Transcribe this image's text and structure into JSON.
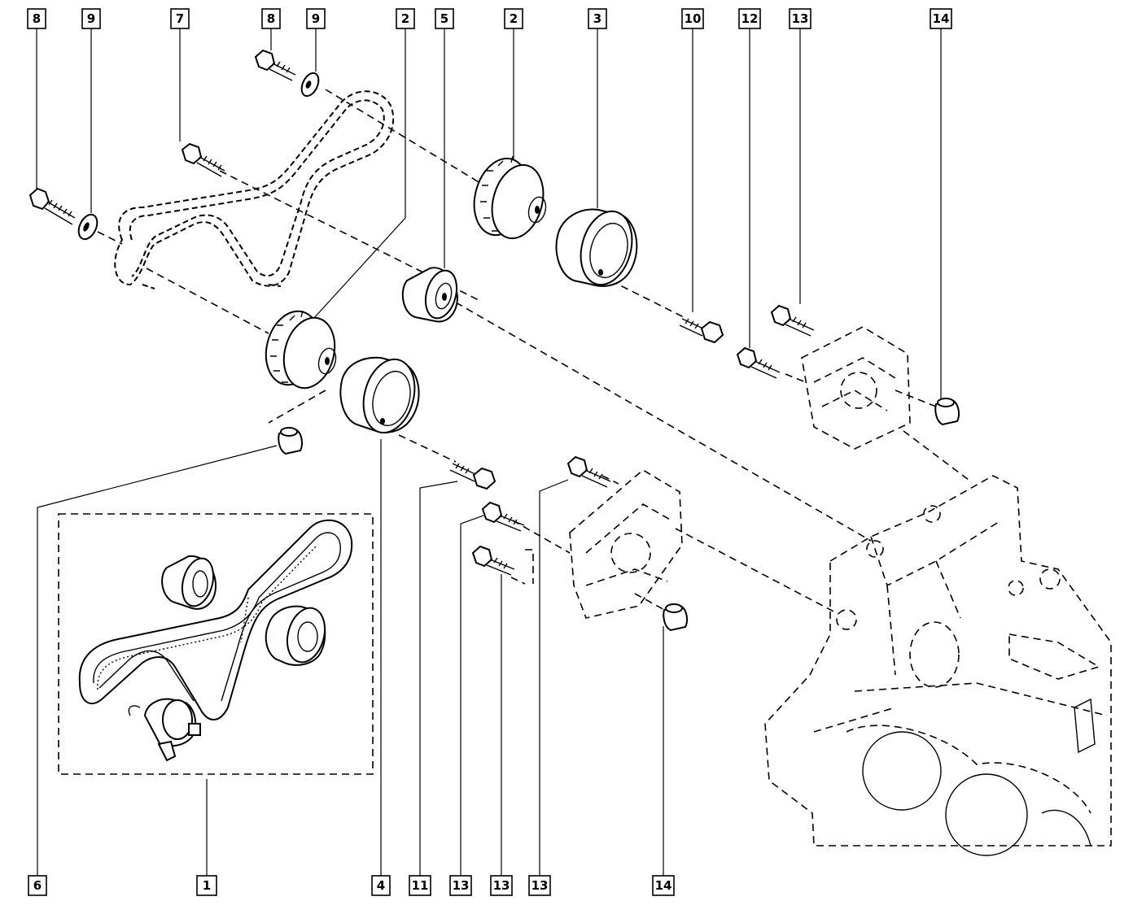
{
  "callouts": {
    "top": [
      "8",
      "9",
      "7",
      "8",
      "9",
      "2",
      "5",
      "2",
      "3",
      "10",
      "12",
      "13",
      "14"
    ],
    "bottom": [
      "6",
      "1",
      "4",
      "11",
      "13",
      "13",
      "13",
      "14"
    ]
  },
  "colors": {
    "ink": "#000000",
    "background": "#ffffff"
  }
}
